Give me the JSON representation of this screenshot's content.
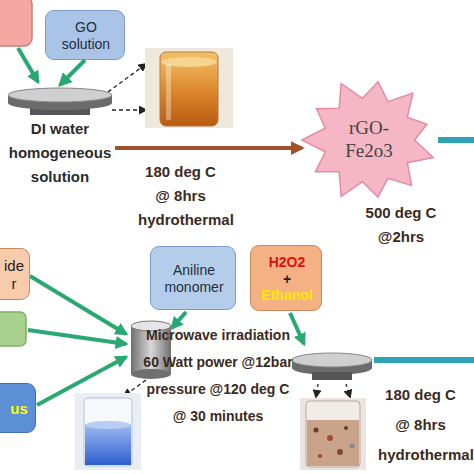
{
  "diagram": {
    "nodes": [
      {
        "text": [
          "GO solution"
        ]
      },
      {
        "text": [
          "DI water homogeneous solution"
        ]
      },
      {
        "text": [
          "rGO-Fe2o3"
        ]
      },
      {
        "text": [
          "ide r"
        ]
      },
      {
        "text": [
          "Aniline monomer"
        ]
      },
      {
        "text": [
          "H2O2",
          "+",
          "Ethanol"
        ]
      },
      {
        "text": [
          "us"
        ]
      }
    ],
    "edges": [
      {
        "from": 0,
        "to": 1,
        "arrow": "to"
      },
      {
        "from": 1,
        "to": 2,
        "label": "180 deg C @ 8hrs hydrothermal",
        "arrow": "to"
      }
    ],
    "labels": [
      "500 deg C @2hrs",
      "Microwave irradiation 60 Watt power @12bar pressure @120 deg C @ 30 minutes",
      "180 deg C @ 8hrs hydrothermal"
    ]
  }
}
